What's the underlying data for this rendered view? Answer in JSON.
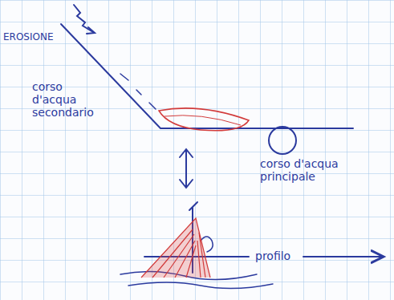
{
  "diagram": {
    "labels": [
      "EROSIONE",
      "corso d'acqua secondario",
      "corso d'acqua principale",
      "profilo"
    ]
  }
}
